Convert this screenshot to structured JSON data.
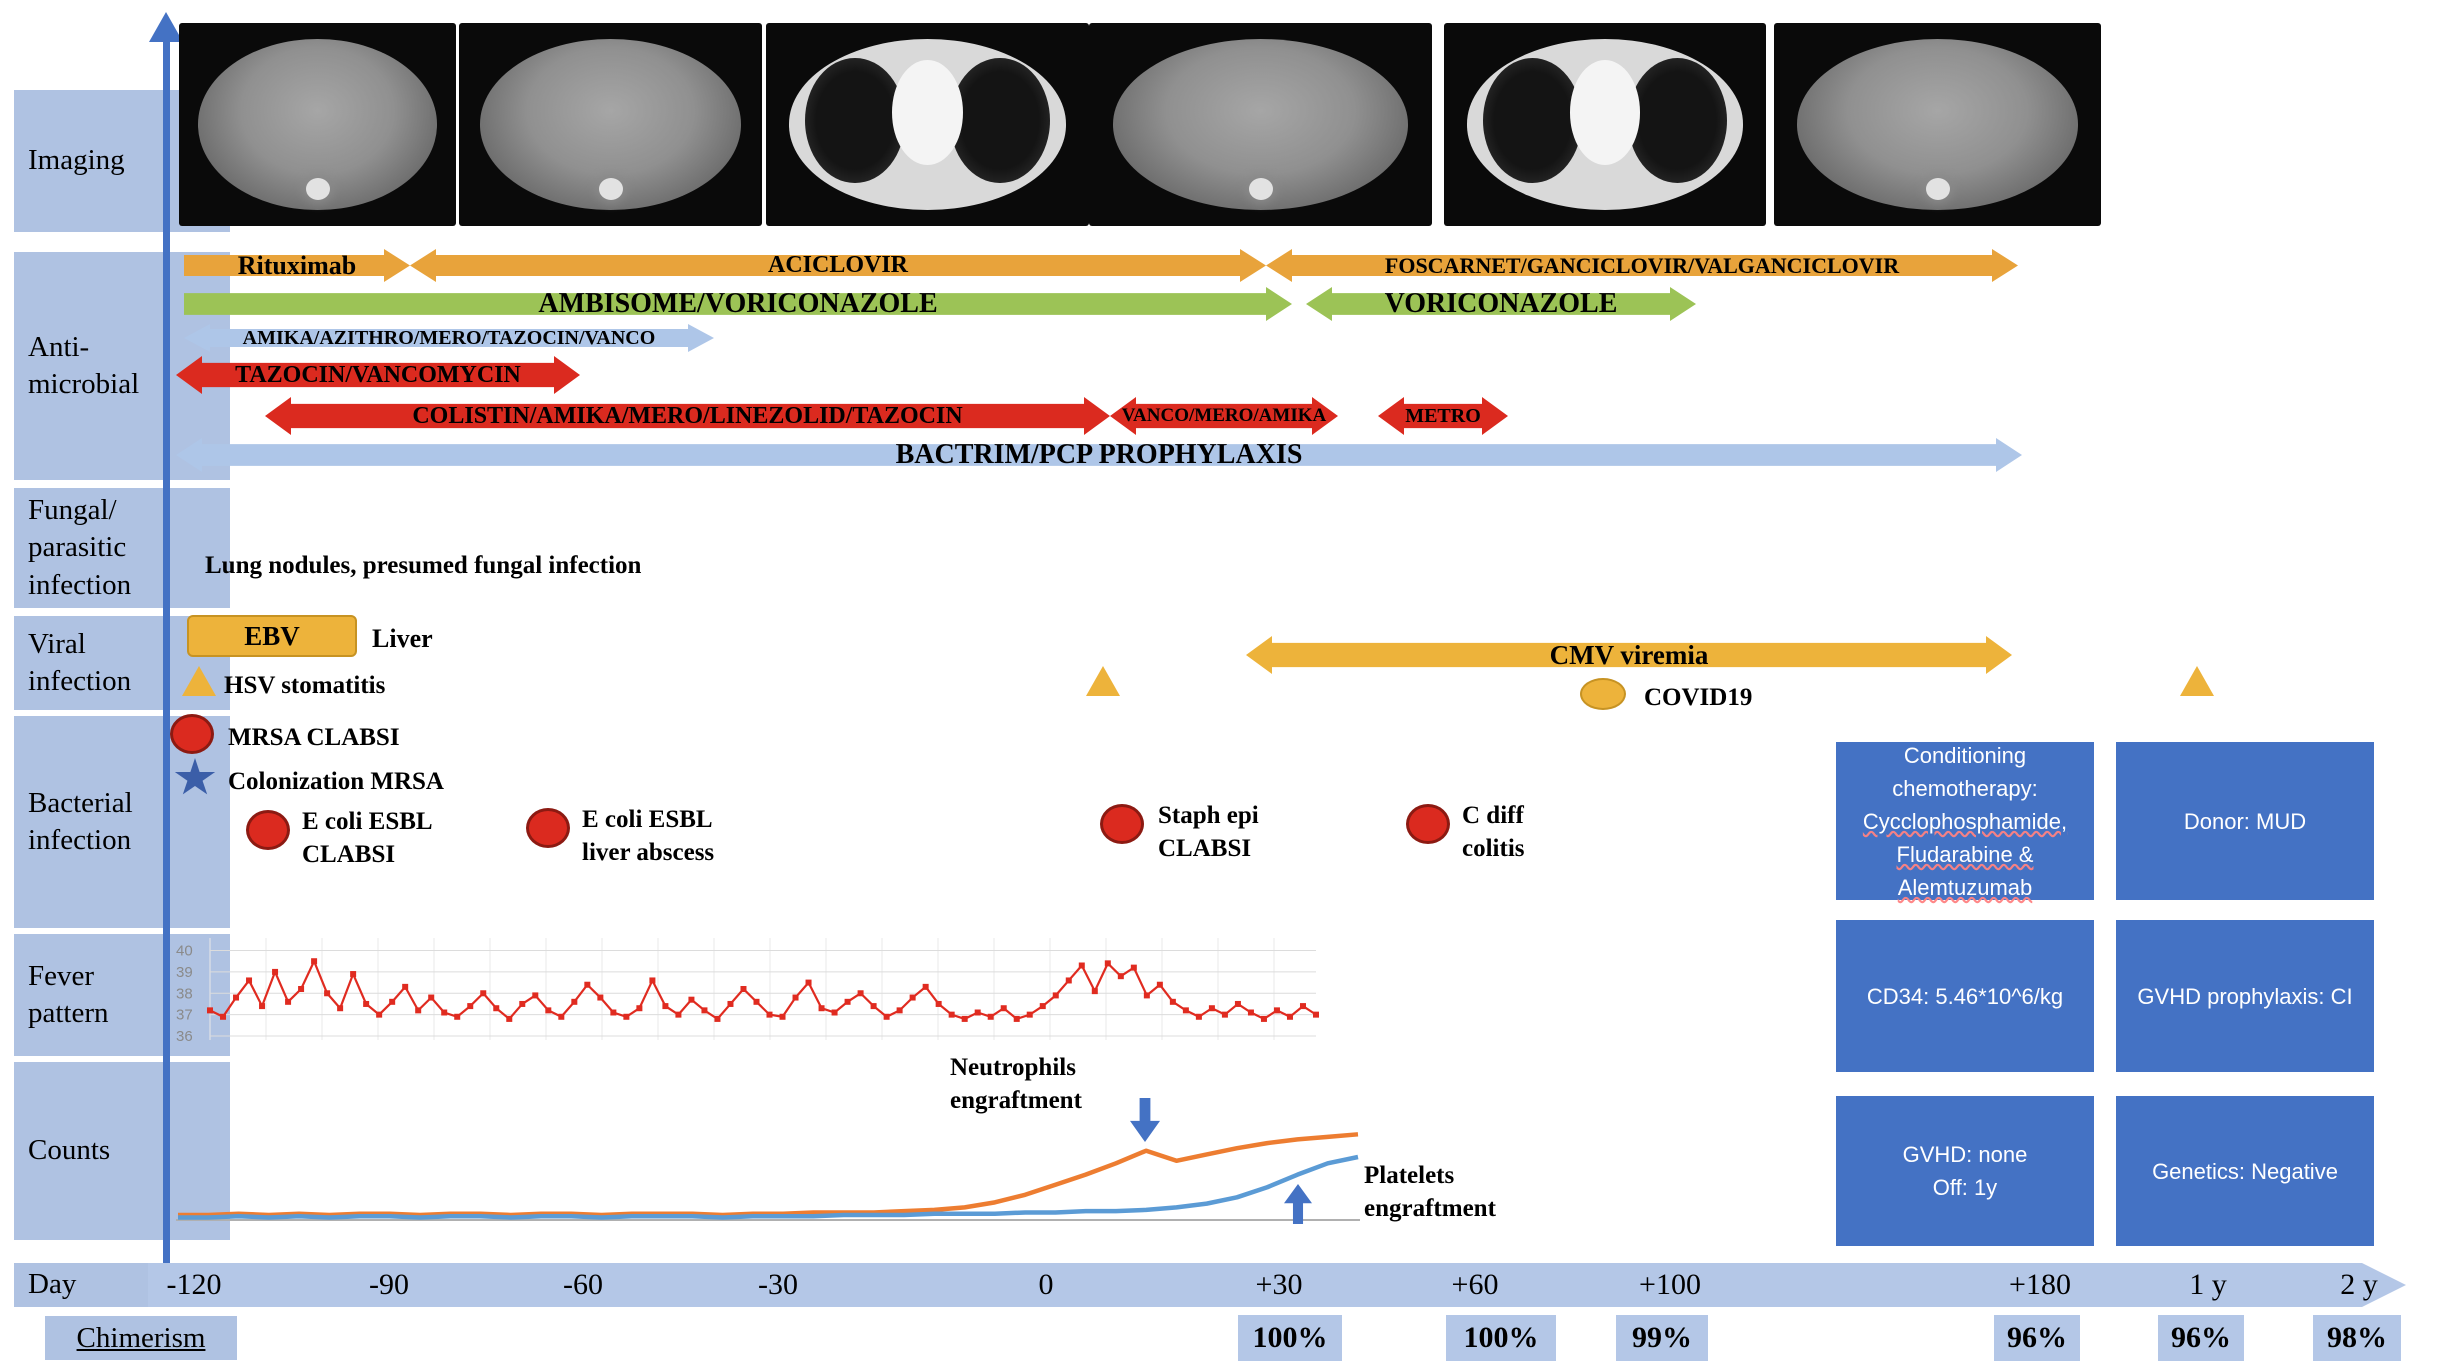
{
  "colors": {
    "orange_arrow": "#E8A33B",
    "green_arrow": "#9CC356",
    "red_arrow": "#DB2A1F",
    "lightblue_arrow": "#AEC6E8",
    "day_band": "#B4C7E7",
    "sidebar": "#AFC2E2",
    "info_box": "#4472C4",
    "axis_blue": "#4472C4",
    "yellow_marker": "#EDB33B",
    "star_blue": "#3B5EA8",
    "fever_line": "#E02B20",
    "neutrophils_line": "#ED7D31",
    "platelets_line": "#5B9BD5"
  },
  "sidebar": {
    "rows": [
      {
        "label": "Imaging"
      },
      {
        "label": "Anti-\nmicrobial"
      },
      {
        "label": "Fungal/\nparasitic\ninfection"
      },
      {
        "label": "Viral\ninfection"
      },
      {
        "label": "Bacterial\ninfection"
      },
      {
        "label": "Fever\npattern"
      },
      {
        "label": "Counts"
      }
    ]
  },
  "antimicrobial": {
    "arrows": [
      {
        "label": "Rituximab"
      },
      {
        "label": "ACICLOVIR"
      },
      {
        "label": "FOSCARNET/GANCICLOVIR/VALGANCICLOVIR"
      },
      {
        "label": "AMBISOME/VORICONAZOLE"
      },
      {
        "label": "VORICONAZOLE"
      },
      {
        "label": "AMIKA/AZITHRO/MERO/TAZOCIN/VANCO"
      },
      {
        "label": "TAZOCIN/VANCOMYCIN"
      },
      {
        "label": "COLISTIN/AMIKA/MERO/LINEZOLID/TAZOCIN"
      },
      {
        "label": "VANCO/MERO/AMIKA"
      },
      {
        "label": "METRO"
      },
      {
        "label": "BACTRIM/PCP PROPHYLAXIS"
      }
    ]
  },
  "fungal": {
    "note": "Lung nodules, presumed fungal infection"
  },
  "viral": {
    "ebv": "EBV",
    "ebv_site": "Liver",
    "hsv": "HSV stomatitis",
    "cmv": "CMV viremia",
    "covid": "COVID19"
  },
  "bacterial": {
    "mrsa_clabsi": "MRSA CLABSI",
    "colonization_mrsa": "Colonization MRSA",
    "ecoli_clabsi": "E coli ESBL\nCLABSI",
    "ecoli_liver": "E coli ESBL\nliver abscess",
    "staph_epi": "Staph epi\nCLABSI",
    "cdiff": "C diff\ncolitis"
  },
  "info_boxes": [
    {
      "text": "Conditioning\nchemotherapy:",
      "underlined": "Cycclophosphamide,\nFludarabine &\nAlemtuzumab"
    },
    {
      "text": "Donor: MUD",
      "underlined": ""
    },
    {
      "text": "CD34: 5.46*10^6/kg",
      "underlined": ""
    },
    {
      "text": "GVHD prophylaxis: CI",
      "underlined": ""
    },
    {
      "text": "GVHD: none\nOff: 1y",
      "underlined": ""
    },
    {
      "text": "Genetics: Negative",
      "underlined": ""
    }
  ],
  "engraftment": {
    "neutrophils": "Neutrophils\nengraftment",
    "platelets": "Platelets\nengraftment"
  },
  "day_axis": {
    "label": "Day",
    "ticks": [
      "-120",
      "-90",
      "-60",
      "-30",
      "0",
      "+30",
      "+60",
      "+100",
      "+180",
      "1 y",
      "2 y"
    ]
  },
  "chimerism": {
    "label": "Chimerism",
    "values": [
      "100%",
      "100%",
      "99%",
      "96%",
      "96%",
      "98%"
    ]
  },
  "chart_data": [
    {
      "name": "fever",
      "type": "line",
      "yticks": [
        40,
        39,
        38,
        37,
        36
      ],
      "ylim": [
        36,
        40.4
      ],
      "values": [
        37.2,
        36.9,
        37.8,
        38.6,
        37.4,
        39.0,
        37.6,
        38.2,
        39.5,
        38.0,
        37.3,
        38.9,
        37.5,
        37.0,
        37.6,
        38.3,
        37.2,
        37.8,
        37.1,
        36.9,
        37.4,
        38.0,
        37.3,
        36.8,
        37.5,
        37.9,
        37.2,
        36.9,
        37.6,
        38.4,
        37.8,
        37.1,
        36.9,
        37.3,
        38.6,
        37.4,
        37.0,
        37.7,
        37.2,
        36.8,
        37.5,
        38.2,
        37.6,
        37.0,
        36.9,
        37.8,
        38.5,
        37.3,
        37.1,
        37.6,
        38.0,
        37.4,
        36.9,
        37.2,
        37.8,
        38.3,
        37.5,
        37.0,
        36.8,
        37.1,
        36.9,
        37.3,
        36.8,
        37.0,
        37.4,
        37.9,
        38.6,
        39.3,
        38.1,
        39.4,
        38.8,
        39.2,
        37.9,
        38.4,
        37.6,
        37.2,
        36.9,
        37.3,
        37.0,
        37.5,
        37.1,
        36.8,
        37.2,
        36.9,
        37.4,
        37.0
      ]
    },
    {
      "name": "counts",
      "type": "line",
      "ylim": [
        0,
        1
      ],
      "series": [
        {
          "name": "neutrophils",
          "values": [
            0.04,
            0.04,
            0.05,
            0.04,
            0.05,
            0.04,
            0.05,
            0.05,
            0.04,
            0.05,
            0.05,
            0.04,
            0.05,
            0.05,
            0.04,
            0.05,
            0.05,
            0.05,
            0.04,
            0.05,
            0.05,
            0.06,
            0.06,
            0.06,
            0.07,
            0.08,
            0.1,
            0.14,
            0.2,
            0.28,
            0.36,
            0.45,
            0.55,
            0.47,
            0.52,
            0.57,
            0.61,
            0.64,
            0.66,
            0.68
          ]
        },
        {
          "name": "platelets",
          "values": [
            0.02,
            0.02,
            0.03,
            0.02,
            0.03,
            0.02,
            0.03,
            0.03,
            0.02,
            0.03,
            0.03,
            0.02,
            0.03,
            0.03,
            0.02,
            0.03,
            0.03,
            0.03,
            0.02,
            0.03,
            0.03,
            0.03,
            0.04,
            0.04,
            0.04,
            0.05,
            0.05,
            0.05,
            0.06,
            0.06,
            0.07,
            0.07,
            0.08,
            0.1,
            0.13,
            0.18,
            0.26,
            0.36,
            0.45,
            0.5
          ]
        }
      ]
    }
  ]
}
